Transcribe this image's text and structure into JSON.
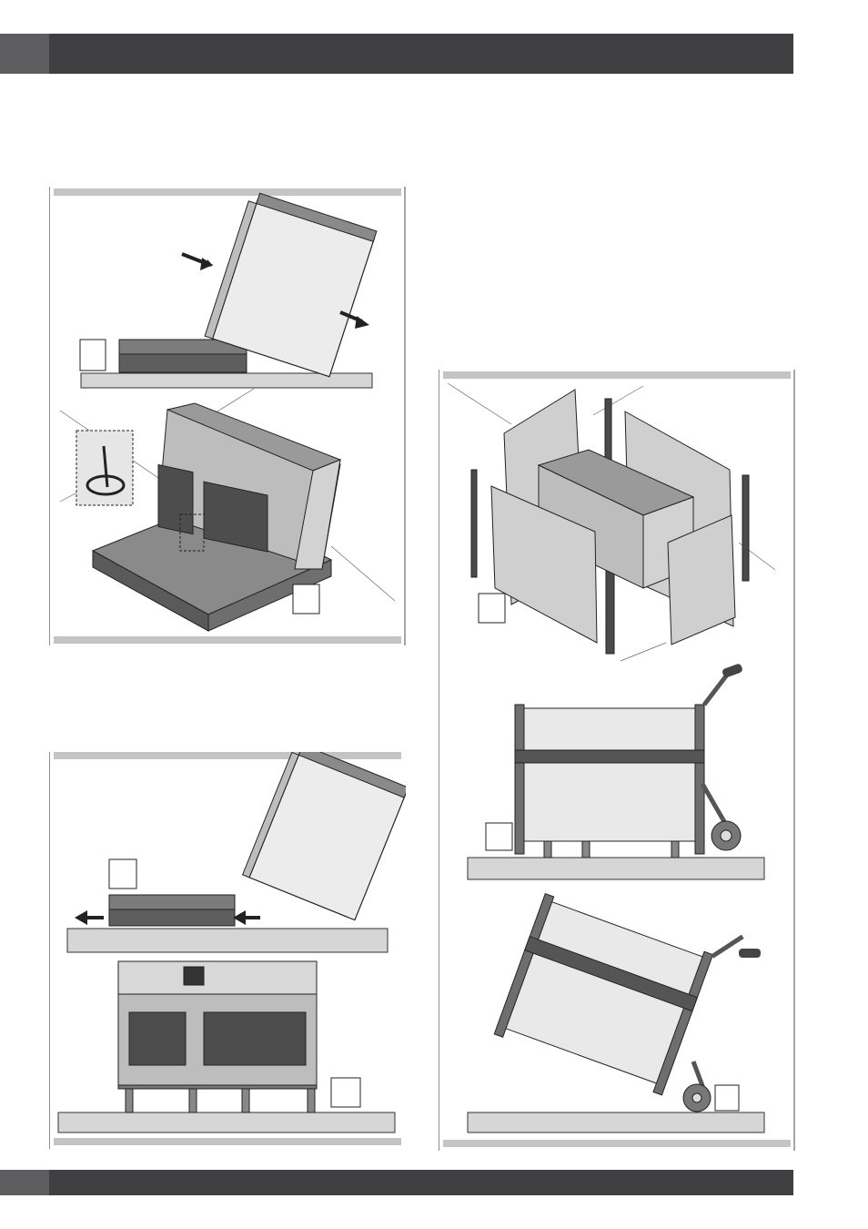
{
  "page": {
    "header_title": "",
    "footer_text": ""
  },
  "figures": [
    {
      "id": "fig-a",
      "label": ""
    },
    {
      "id": "fig-b",
      "label": ""
    },
    {
      "id": "fig-c",
      "label": ""
    },
    {
      "id": "fig-d",
      "label": ""
    },
    {
      "id": "fig-e",
      "label": ""
    }
  ],
  "colors": {
    "header_dark": "#3f3f41",
    "header_tab": "#5d5d5f",
    "panel_rule": "#c4c4c4",
    "appliance_fill": "#e9e9e9",
    "floor_fill": "#d6d6d6"
  }
}
